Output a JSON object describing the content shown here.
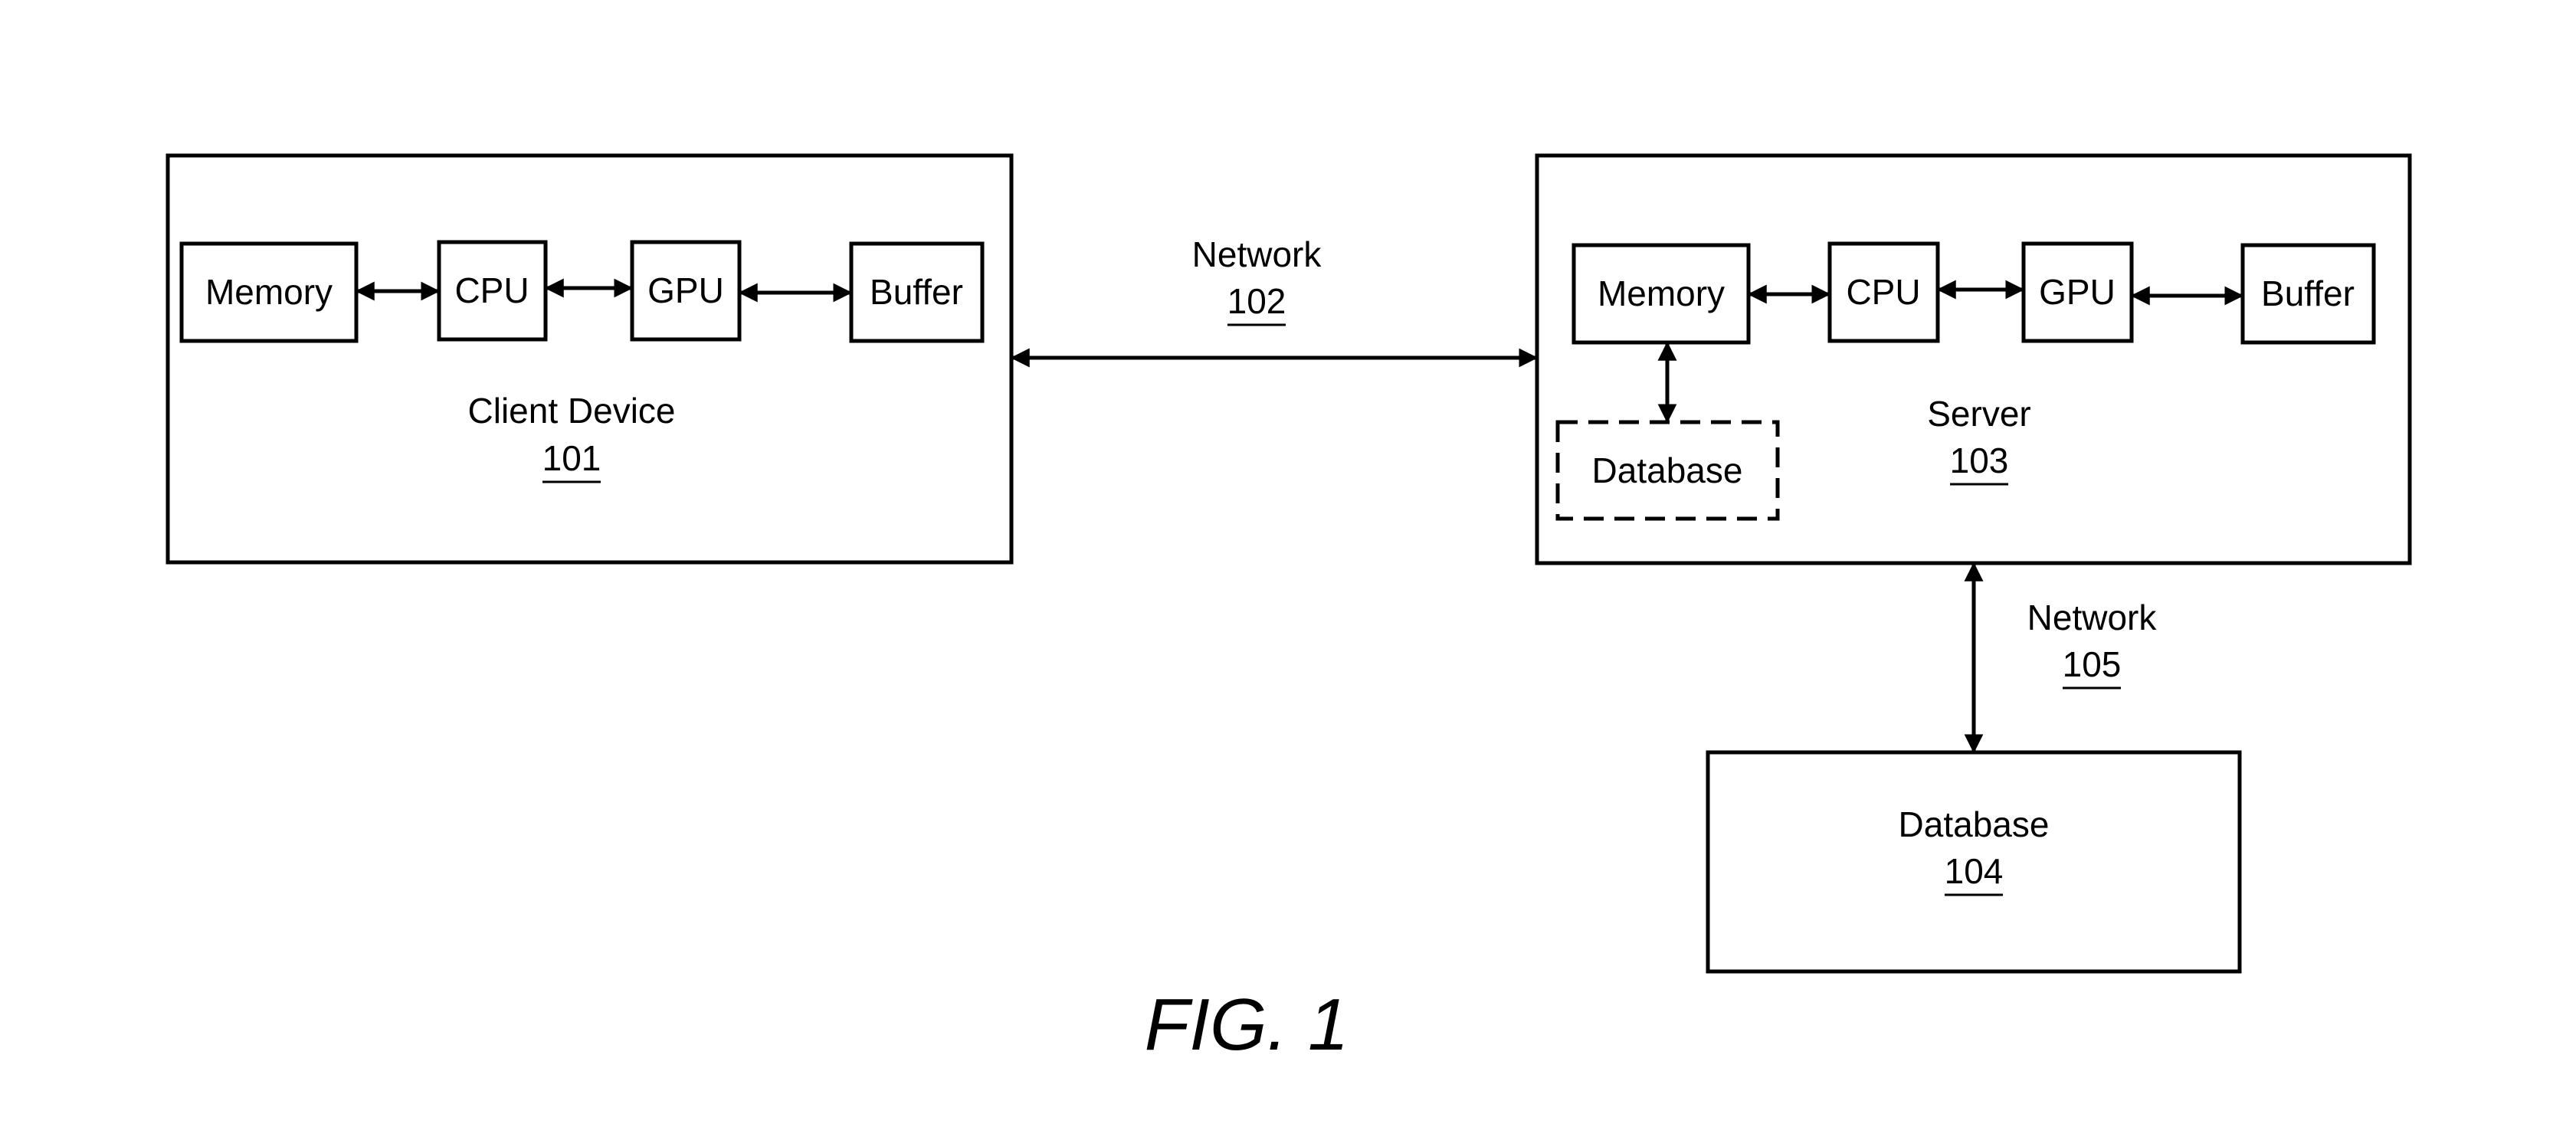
{
  "client": {
    "name": "Client Device",
    "ref": "101",
    "components": {
      "memory": "Memory",
      "cpu": "CPU",
      "gpu": "GPU",
      "buffer": "Buffer"
    }
  },
  "network_main": {
    "name": "Network",
    "ref": "102"
  },
  "server": {
    "name": "Server",
    "ref": "103",
    "components": {
      "memory": "Memory",
      "cpu": "CPU",
      "gpu": "GPU",
      "buffer": "Buffer",
      "local_database": "Database"
    }
  },
  "network_db": {
    "name": "Network",
    "ref": "105"
  },
  "database": {
    "name": "Database",
    "ref": "104"
  },
  "figure_caption": "FIG. 1"
}
